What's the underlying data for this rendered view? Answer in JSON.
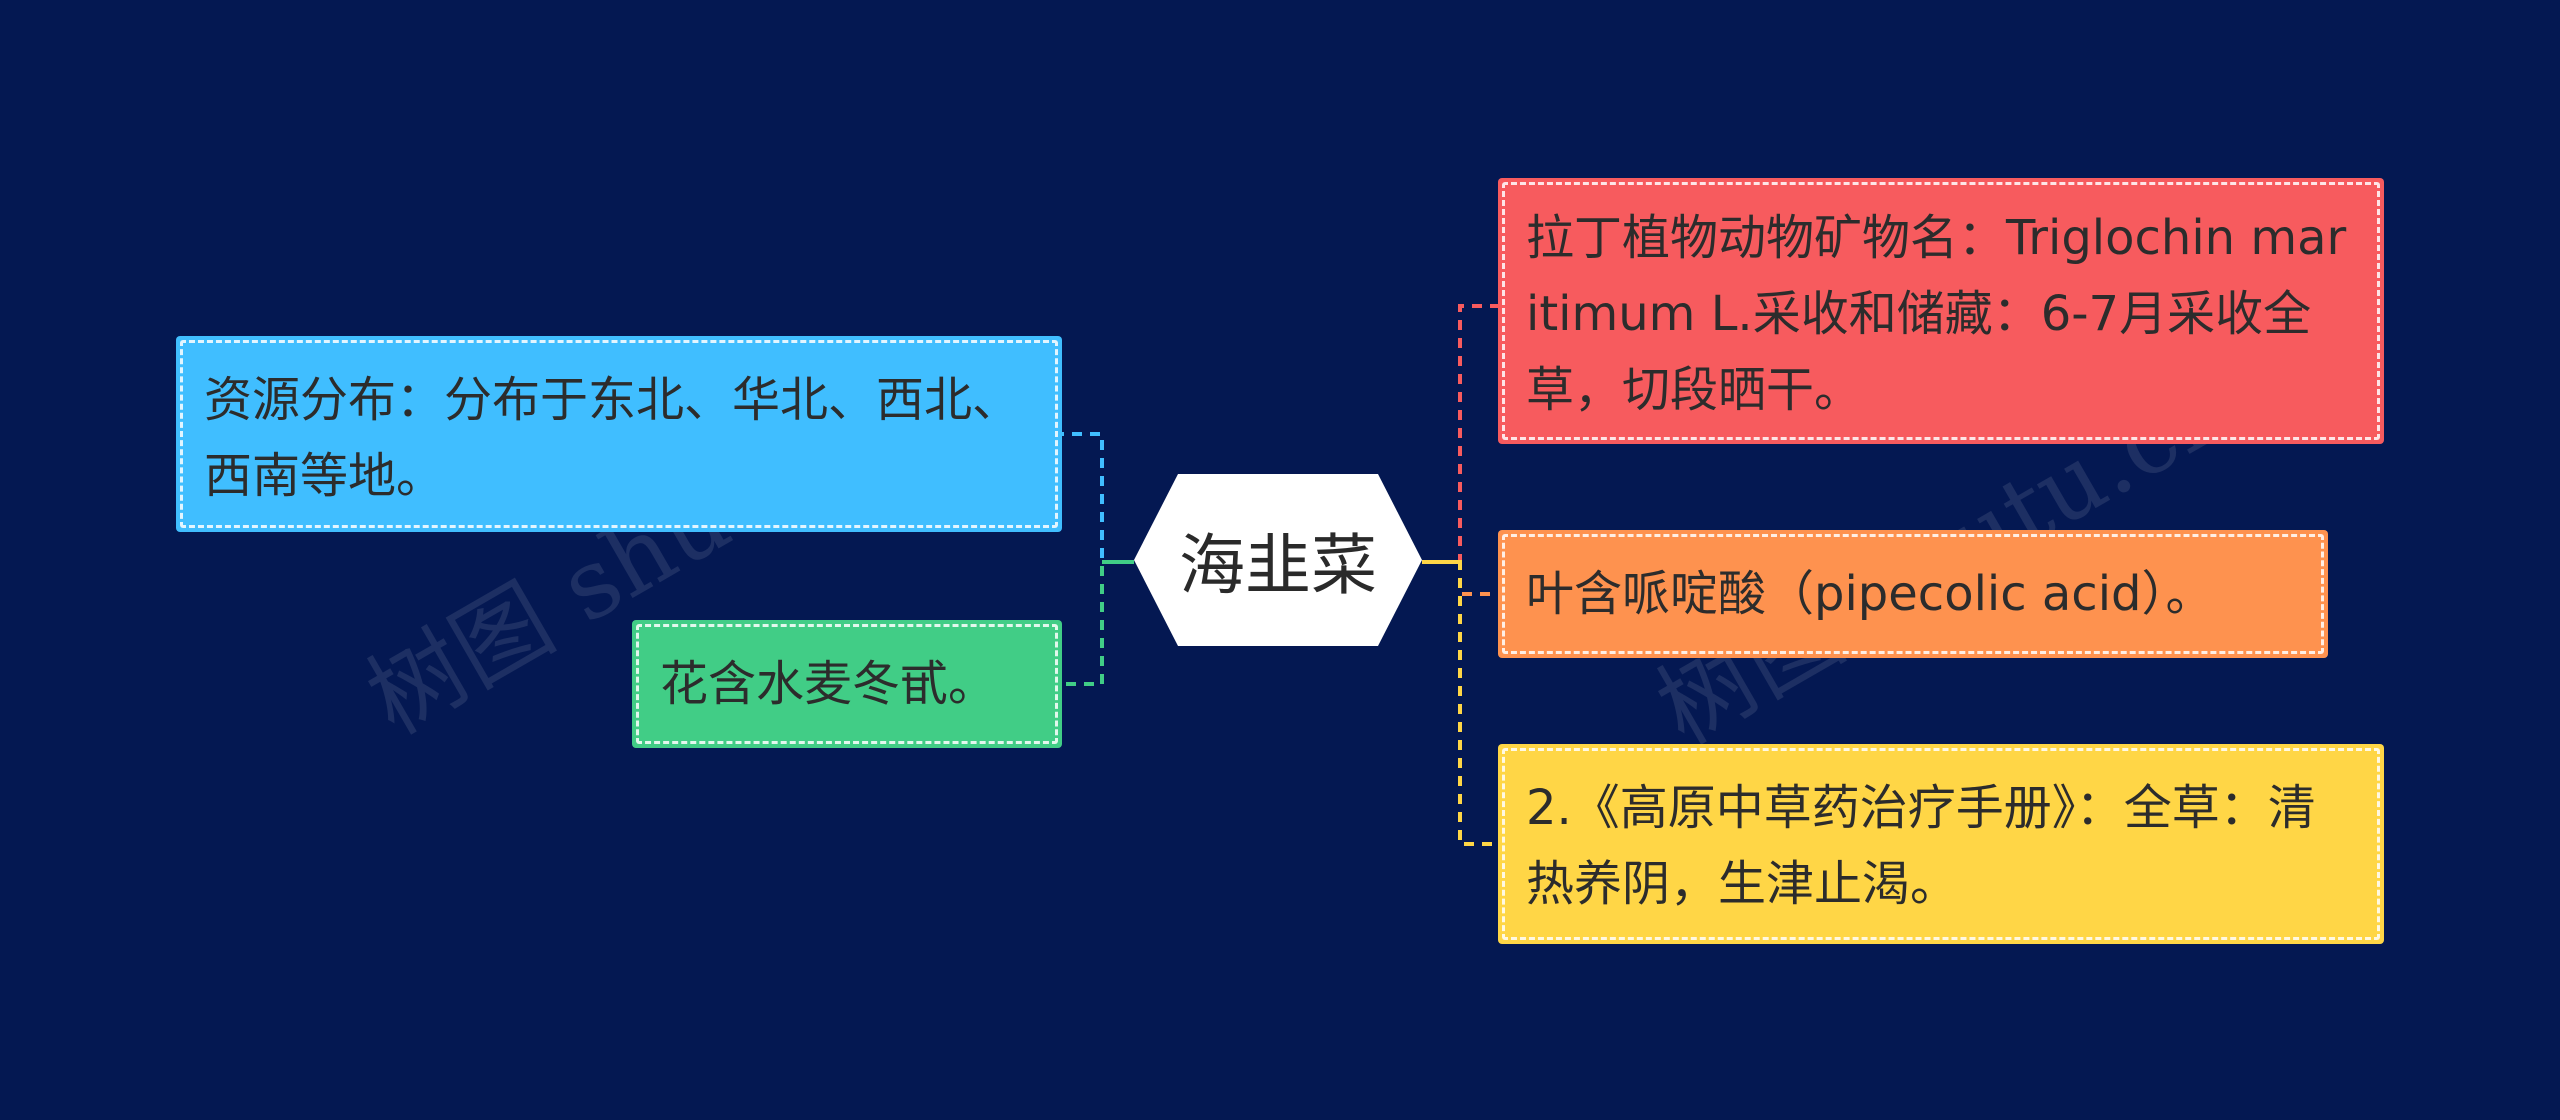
{
  "root": {
    "label": "海韭菜"
  },
  "left_nodes": [
    {
      "text": "资源分布：分布于东北、华北、西北、西南等地。",
      "color": "#40BEFF"
    },
    {
      "text": "花含水麦冬甙。",
      "color": "#41CD86"
    }
  ],
  "right_nodes": [
    {
      "text": "拉丁植物动物矿物名：Triglochin maritimum L.采收和储藏：6-7月采收全草，切段晒干。",
      "color": "#F75B5E"
    },
    {
      "text": "叶含哌啶酸（pipecolic acid）。",
      "color": "#FE924F"
    },
    {
      "text": "2.《高原中草药治疗手册》：全草：清热养阴，生津止渴。",
      "color": "#FFD646"
    }
  ],
  "watermark": {
    "text_1": "树图 shutu.cn",
    "text_2": "树图 shutu.cn"
  },
  "colors": {
    "background": "#041852",
    "root_fill": "#FFFFFF"
  }
}
